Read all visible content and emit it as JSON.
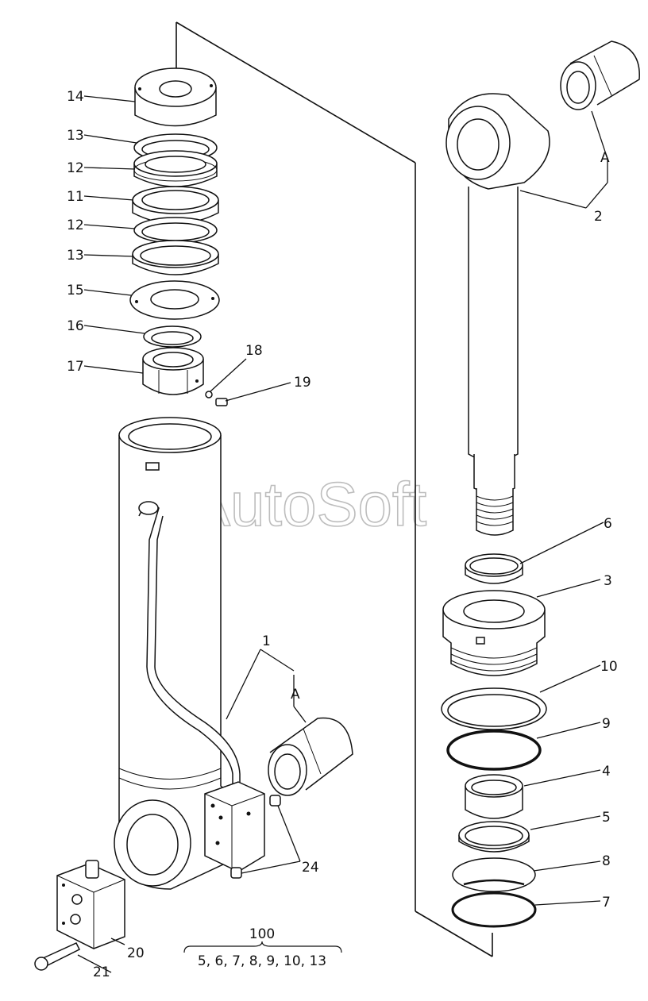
{
  "watermark": "AutoSoft",
  "callouts": {
    "p14": "14",
    "p13a": "13",
    "p12a": "12",
    "p11": "11",
    "p12b": "12",
    "p13b": "13",
    "p15": "15",
    "p16": "16",
    "p17": "17",
    "p18": "18",
    "p19": "19",
    "p2": "2",
    "pA_right": "A",
    "p6": "6",
    "p3": "3",
    "p10": "10",
    "p9": "9",
    "p4": "4",
    "p5": "5",
    "p8": "8",
    "p7": "7",
    "p1": "1",
    "pA_left": "A",
    "p24": "24",
    "p20": "20",
    "p21": "21"
  },
  "kit": {
    "number": "100",
    "contents": "5, 6, 7, 8, 9, 10, 13"
  }
}
